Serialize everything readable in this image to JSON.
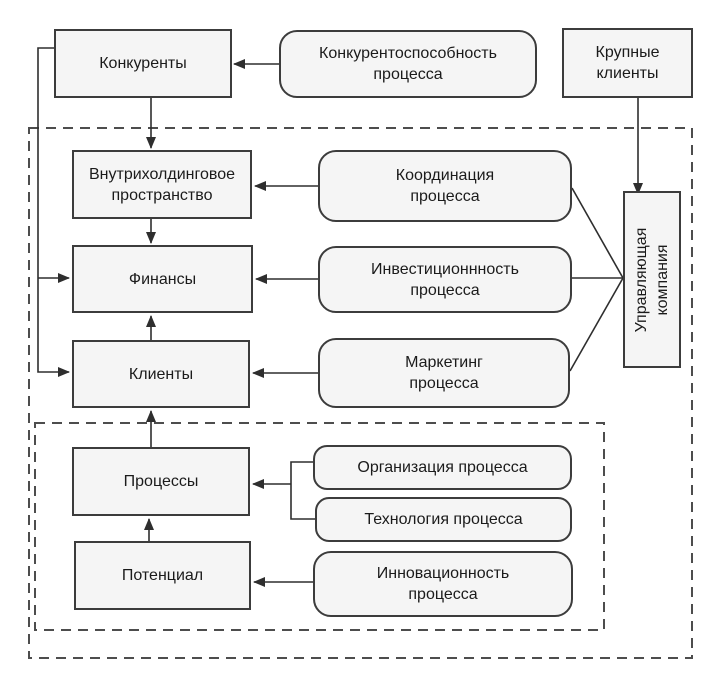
{
  "colors": {
    "background": "#ffffff",
    "node_fill": "#f5f5f5",
    "node_border": "#3c3c3c",
    "line": "#2e2e2e",
    "dashed_border": "#4d4d4d",
    "text": "#1b1b1b"
  },
  "nodes": {
    "competitors": {
      "label": "Конкуренты"
    },
    "process_competitiveness": {
      "lines": [
        "Конкурентоспособность",
        "процесса"
      ]
    },
    "major_clients": {
      "lines": [
        "Крупные",
        "клиенты"
      ]
    },
    "intraholding_space": {
      "lines": [
        "Внутрихолдинговое",
        "пространство"
      ]
    },
    "process_coordination": {
      "lines": [
        "Координация",
        "процесса"
      ]
    },
    "finances": {
      "label": "Финансы"
    },
    "process_investment": {
      "lines": [
        "Инвестиционнность",
        "процесса"
      ]
    },
    "clients": {
      "label": "Клиенты"
    },
    "process_marketing": {
      "lines": [
        "Маркетинг",
        "процесса"
      ]
    },
    "management_company": {
      "lines": [
        "Управляющая",
        "компания"
      ]
    },
    "processes": {
      "label": "Процессы"
    },
    "process_organization": {
      "label": "Организация процесса"
    },
    "process_technology": {
      "label": "Технология процесса"
    },
    "potential": {
      "label": "Потенциал"
    },
    "process_innovation": {
      "lines": [
        "Инновационность",
        "процесса"
      ]
    }
  }
}
